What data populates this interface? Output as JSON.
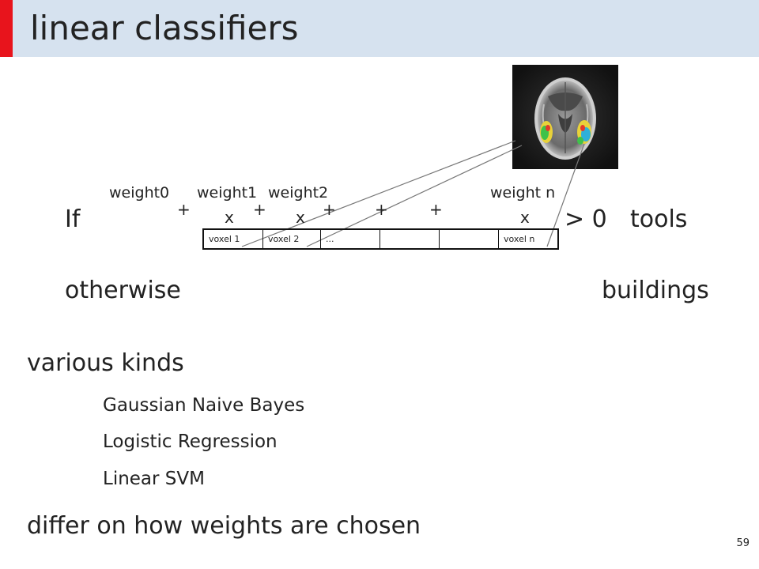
{
  "slide": {
    "title": "linear classifiers",
    "page_number": "59"
  },
  "diagram": {
    "if_label": "If",
    "weights": [
      "weight0",
      "weight1",
      "weight2",
      "weight n"
    ],
    "plus": "+",
    "times": "x",
    "threshold": "> 0",
    "positive_class": "tools",
    "otherwise_label": "otherwise",
    "negative_class": "buildings",
    "voxels": [
      "voxel 1",
      "voxel 2",
      "...",
      "",
      "",
      "voxel n"
    ]
  },
  "content": {
    "heading": "various kinds",
    "methods": [
      "Gaussian Naive Bayes",
      "Logistic Regression",
      "Linear SVM"
    ],
    "footer": "differ on how weights are chosen"
  }
}
